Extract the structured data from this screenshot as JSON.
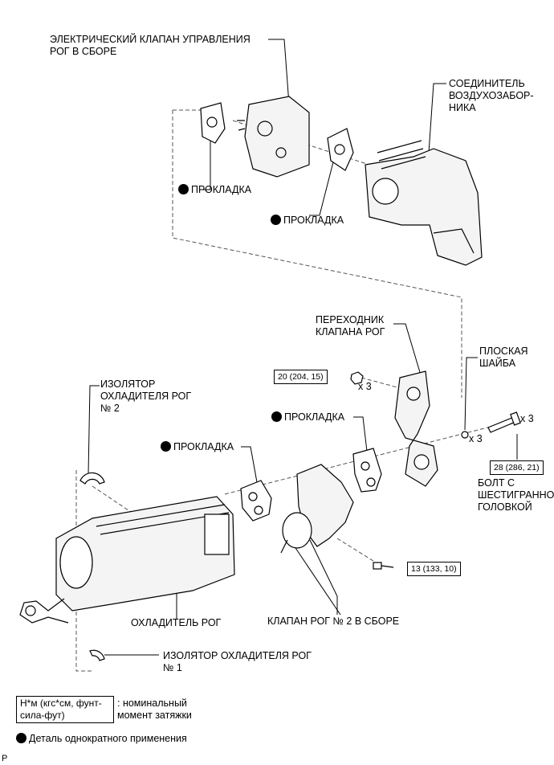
{
  "labels": {
    "egr_valve_assy": "ЭЛЕКТРИЧЕСКИЙ КЛАПАН УПРАВЛЕНИЯ\nРОГ В СБОРЕ",
    "air_intake_connector": "СОЕДИНИТЕЛЬ\nВОЗДУХОЗАБОР-\nНИКА",
    "gasket_1": "ПРОКЛАДКА",
    "gasket_2": "ПРОКЛАДКА",
    "gasket_3": "ПРОКЛАДКА",
    "gasket_4": "ПРОКЛАДКА",
    "egr_valve_adapter": "ПЕРЕХОДНИК\nКЛАПАНА РОГ",
    "plain_washer": "ПЛОСКАЯ\nШАЙБА",
    "egr_cooler_insulator_2": "ИЗОЛЯТОР\nОХЛАДИТЕЛЯ РОГ\n№ 2",
    "hex_bolt": "БОЛТ С\nШЕСТИГРАННОЙ\nГОЛОВКОЙ",
    "egr_cooler": "ОХЛАДИТЕЛЬ РОГ",
    "egr_valve_2_assy": "КЛАПАН РОГ № 2 В СБОРЕ",
    "egr_cooler_insulator_1": "ИЗОЛЯТОР ОХЛАДИТЕЛЯ РОГ\n№ 1"
  },
  "quantities": {
    "nut_qty": "x 3",
    "bolt_qty": "x 3",
    "washer_qty": "x 3"
  },
  "torques": {
    "nut": "20 (204, 15)",
    "bolt": "28 (286, 21)",
    "valve_bolt": "13 (133, 10)"
  },
  "legend": {
    "torque_box": "Н*м (кгс*см, фунт-\nсила-фут)",
    "torque_desc": ": номинальный\nмомент затяжки",
    "non_reusable": "Деталь однократного применения"
  },
  "corner_mark": "P",
  "colors": {
    "line": "#000000",
    "dash": "#555555",
    "part_fill": "#f4f4f4"
  }
}
